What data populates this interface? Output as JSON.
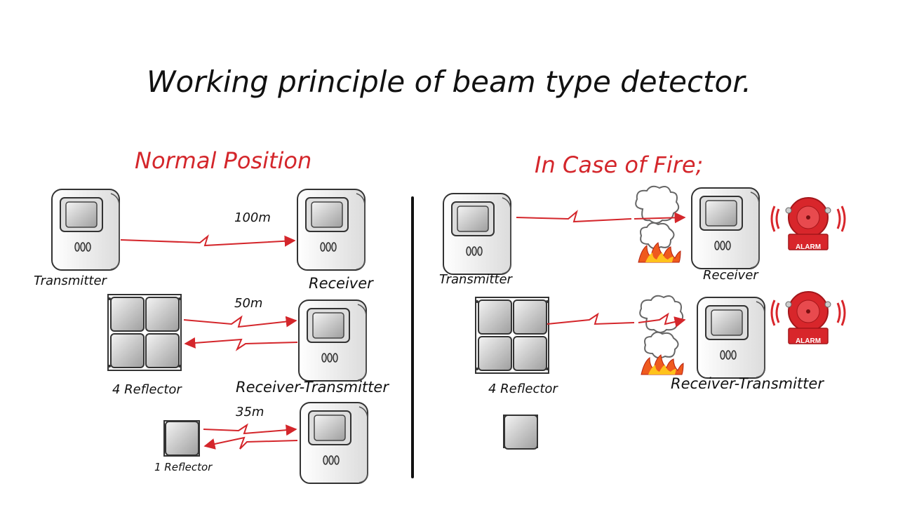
{
  "title": "Working principle of beam type detector.",
  "normal": {
    "heading": "Normal Position",
    "transmitter_label": "Transmitter",
    "receiver_label": "Receiver",
    "distance_1": "100m",
    "distance_2": "50m",
    "distance_3": "35m",
    "reflector4_label": "4 Reflector",
    "receiver_transmitter_label": "Receiver-Transmitter",
    "reflector1_label": "1 Reflector"
  },
  "fire": {
    "heading": "In Case of Fire;",
    "transmitter_label": "Transmitter",
    "receiver_label": "Receiver",
    "reflector4_label": "4 Reflector",
    "receiver_transmitter_label": "Receiver-Transmitter",
    "alarm_text_1": "ALARM",
    "alarm_text_2": "ALARM"
  },
  "colors": {
    "beam": "#d4262b",
    "heading": "#d4262b",
    "device_body": "#f2f2f2",
    "device_outline": "#333333",
    "alarm": "#d8262b",
    "fire": "#ef5a1e"
  }
}
